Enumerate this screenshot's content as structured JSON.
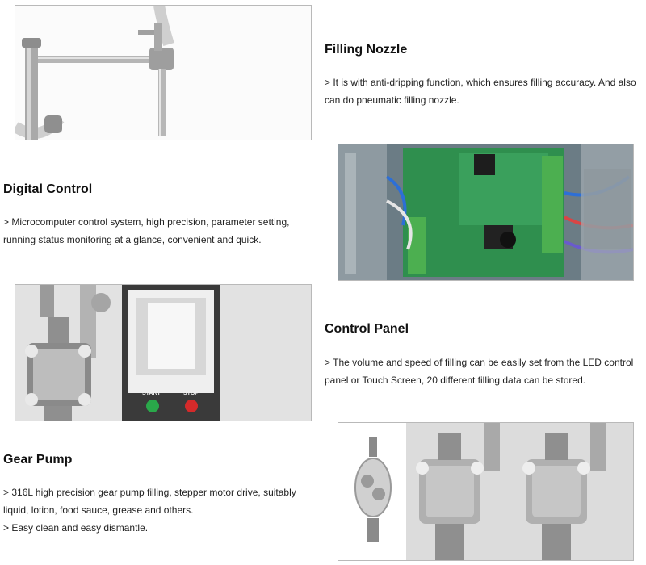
{
  "sections": {
    "filling_nozzle": {
      "title": "Filling Nozzle",
      "lines": [
        "> It is with anti-dripping function, which ensures filling accuracy. And also can do pneumatic filling nozzle."
      ]
    },
    "digital_control": {
      "title": "Digital Control",
      "lines": [
        "> Microcomputer control system, high precision, parameter setting, running status monitoring at a glance, convenient and quick."
      ]
    },
    "control_panel": {
      "title": "Control Panel",
      "lines": [
        "> The volume and speed of filling can be easily set from the LED control panel or Touch Screen, 20 different filling data can be stored."
      ],
      "start_label": "START",
      "stop_label": "STOP"
    },
    "gear_pump": {
      "title": "Gear Pump",
      "lines": [
        "> 316L high precision gear pump filling, stepper motor drive, suitably liquid, lotion, food sauce, grease and others.",
        "> Easy clean and easy dismantle."
      ]
    }
  }
}
